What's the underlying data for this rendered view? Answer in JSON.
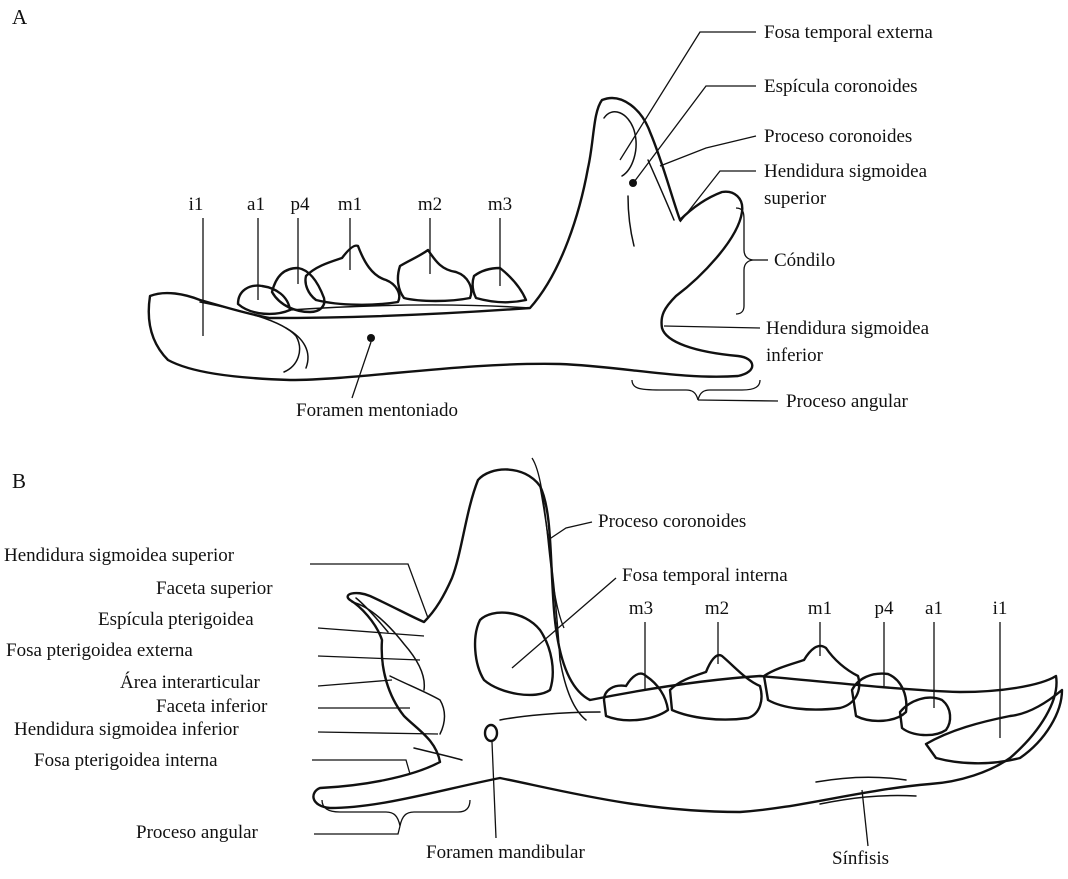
{
  "panels": {
    "a": {
      "letter": "A",
      "teeth": [
        "i1",
        "a1",
        "p4",
        "m1",
        "m2",
        "m3"
      ],
      "labels": {
        "fosa_temporal_externa": "Fosa temporal externa",
        "espicula_coronoides": "Espícula coronoides",
        "proceso_coronoides": "Proceso coronoides",
        "hendidura_superior_l1": "Hendidura sigmoidea",
        "hendidura_superior_l2": "superior",
        "condilo": "Cóndilo",
        "hendidura_inferior_l1": "Hendidura sigmoidea",
        "hendidura_inferior_l2": "inferior",
        "proceso_angular": "Proceso angular",
        "foramen_mentoniado": "Foramen mentoniado"
      }
    },
    "b": {
      "letter": "B",
      "teeth": [
        "m3",
        "m2",
        "m1",
        "p4",
        "a1",
        "i1"
      ],
      "labels": {
        "proceso_coronoides": "Proceso coronoides",
        "hendidura_superior": "Hendidura sigmoidea superior",
        "fosa_temporal_interna": "Fosa temporal interna",
        "faceta_superior": "Faceta superior",
        "espicula_pterigoidea": "Espícula pterigoidea",
        "fosa_pterigoidea_externa": "Fosa pterigoidea externa",
        "area_interarticular": "Área interarticular",
        "faceta_inferior": "Faceta inferior",
        "hendidura_inferior": "Hendidura sigmoidea inferior",
        "fosa_pterigoidea_interna": "Fosa pterigoidea interna",
        "proceso_angular": "Proceso angular",
        "foramen_mandibular": "Foramen mandibular",
        "sinfisis": "Sínfisis"
      }
    }
  }
}
